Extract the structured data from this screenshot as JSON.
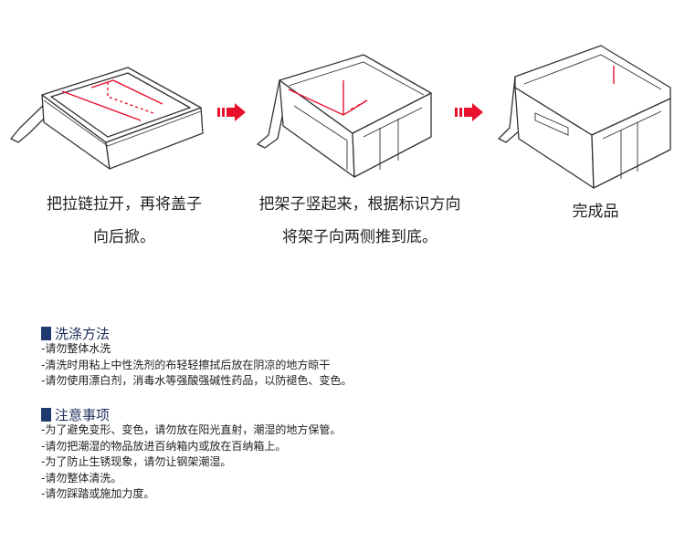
{
  "steps": [
    {
      "line1": "把拉链拉开，再将盖子",
      "line2": "向后掀。"
    },
    {
      "line1": "把架子竖起来，根据标识方向",
      "line2": "将架子向两侧推到底。"
    },
    {
      "line1": "完成品",
      "line2": ""
    }
  ],
  "washing": {
    "title": "洗涤方法",
    "items": [
      "-请勿整体水洗",
      "-清洗时用粘上中性洗剂的布轻轻擦拭后放在阴凉的地方晾干",
      "-请勿使用漂白剂，消毒水等强酸强碱性药品，以防褪色、变色。"
    ]
  },
  "notes": {
    "title": "注意事项",
    "items": [
      "-为了避免变形、变色，请勿放在阳光直射，潮湿的地方保管。",
      "-请勿把潮湿的物品放进百纳箱内或放在百纳箱上。",
      "-为了防止生锈现象，请勿让钢架潮湿。",
      "-请勿整体清洗。",
      "-请勿踩踏或施加力度。"
    ]
  },
  "colors": {
    "arrow": "#e8112d",
    "guide": "#e8112d",
    "outline": "#333333",
    "section_bar": "#1f3a6e"
  },
  "icons": [
    "right-arrow-icon",
    "right-arrow-icon"
  ]
}
